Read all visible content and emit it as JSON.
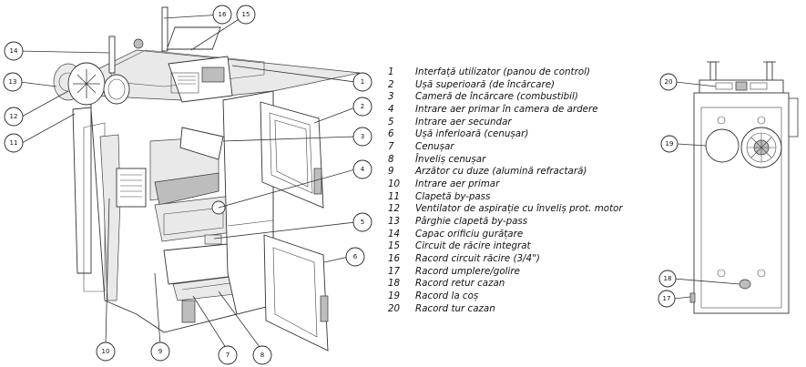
{
  "legend": [
    {
      "num": "1",
      "text": "Interfață utilizator (panou de control)"
    },
    {
      "num": "2",
      "text": "Ușă superioară (de încărcare)"
    },
    {
      "num": "3",
      "text": "Cameră de încărcare (combustibil)"
    },
    {
      "num": "4",
      "text": "Intrare aer primar în camera de ardere"
    },
    {
      "num": "5",
      "text": "Intrare aer secundar"
    },
    {
      "num": "6",
      "text": "Ușă inferioară (cenușar)"
    },
    {
      "num": "7",
      "text": "Cenușar"
    },
    {
      "num": "8",
      "text": "Înveliș cenușar"
    },
    {
      "num": "9",
      "text": "Arzător cu duze (alumină refractară)"
    },
    {
      "num": "10",
      "text": "Intrare aer primar"
    },
    {
      "num": "11",
      "text": "Clapetă by-pass"
    },
    {
      "num": "12",
      "text": "Ventilator de aspirație cu înveliș prot. motor"
    },
    {
      "num": "13",
      "text": "Pârghie clapetă by-pass"
    },
    {
      "num": "14",
      "text": "Capac orificiu gurățare"
    },
    {
      "num": "15",
      "text": "Circuit de răcire integrat"
    },
    {
      "num": "16",
      "text": "Racord circuit  răcire (3/4\")"
    },
    {
      "num": "17",
      "text": "Racord umplere/golire"
    },
    {
      "num": "18",
      "text": "Racord retur cazan"
    },
    {
      "num": "19",
      "text": "Racord la coș"
    },
    {
      "num": "20",
      "text": "Racord tur cazan"
    }
  ],
  "callouts": [
    "1",
    "2",
    "3",
    "4",
    "5",
    "6",
    "7",
    "8",
    "9",
    "10",
    "11",
    "12",
    "13",
    "14",
    "15",
    "16",
    "17",
    "18",
    "19",
    "20"
  ]
}
